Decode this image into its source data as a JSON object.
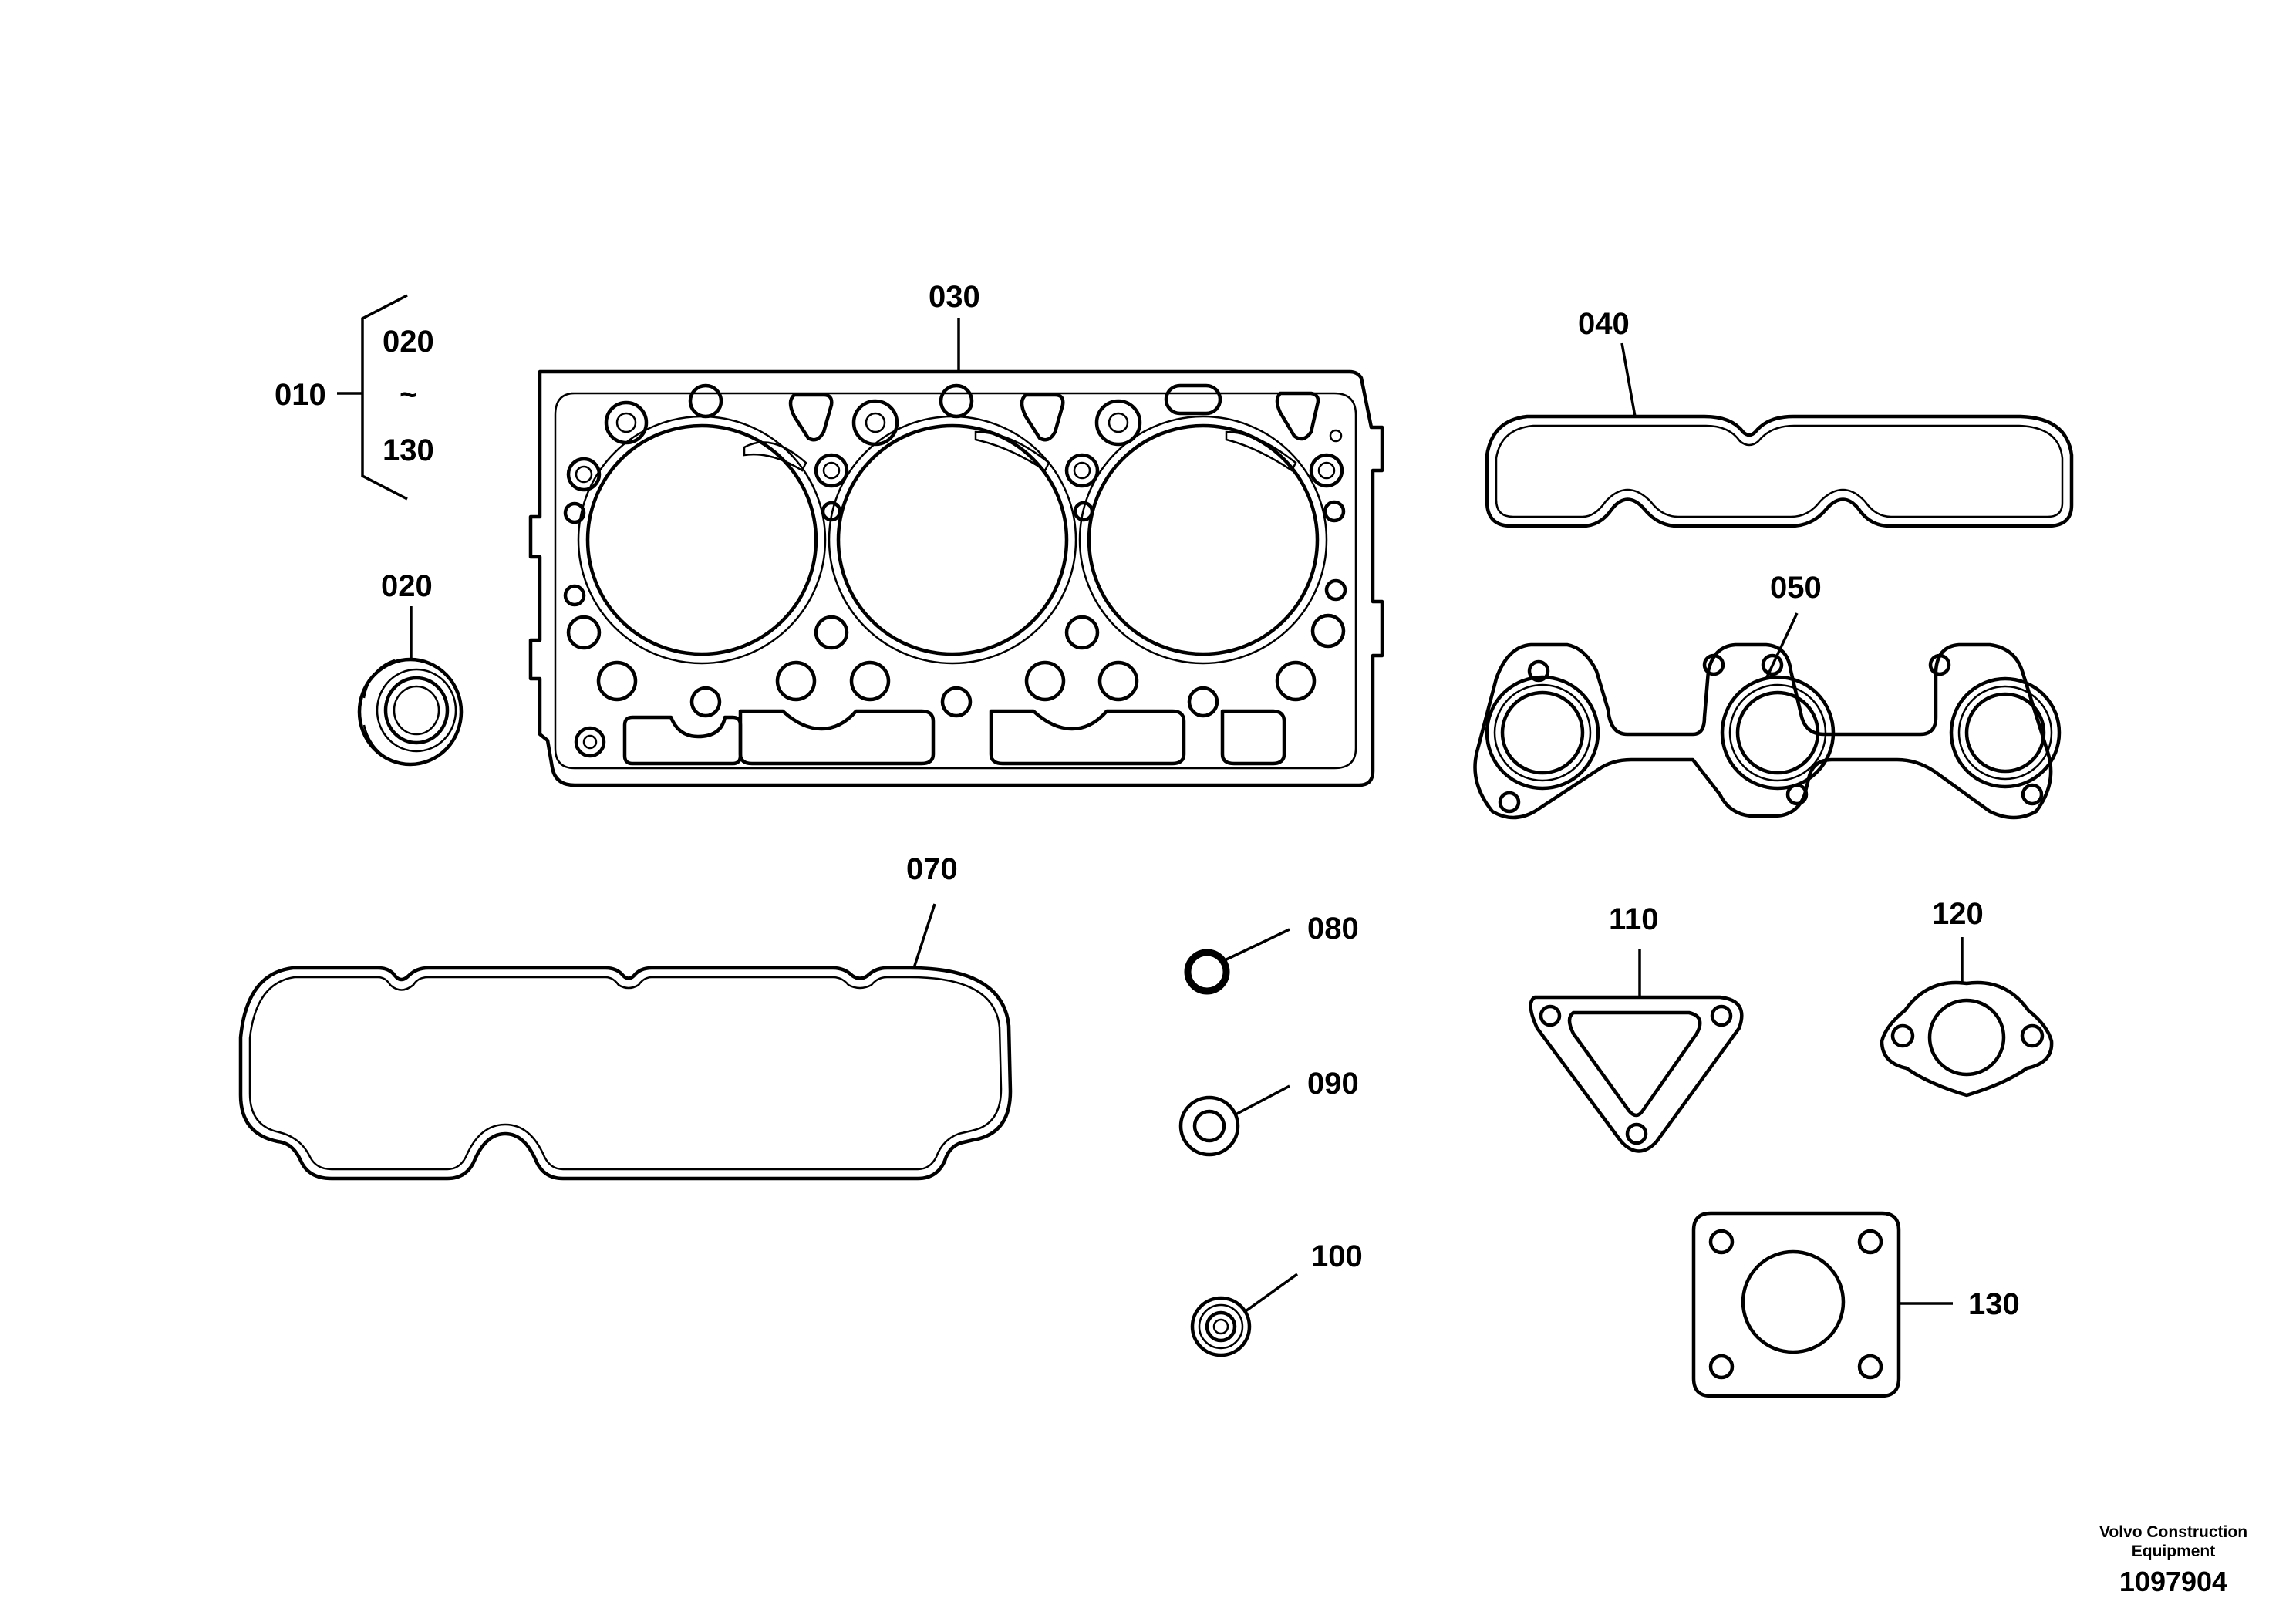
{
  "callouts": {
    "c010": "010",
    "c020_range_start": "020",
    "range_tilde": "~",
    "c130_range_end": "130",
    "c020": "020",
    "c030": "030",
    "c040": "040",
    "c050": "050",
    "c070": "070",
    "c080": "080",
    "c090": "090",
    "c100": "100",
    "c110": "110",
    "c120": "120",
    "c130": "130"
  },
  "footer": {
    "company_line1": "Volvo Construction",
    "company_line2": "Equipment",
    "drawing_number": "1097904"
  }
}
